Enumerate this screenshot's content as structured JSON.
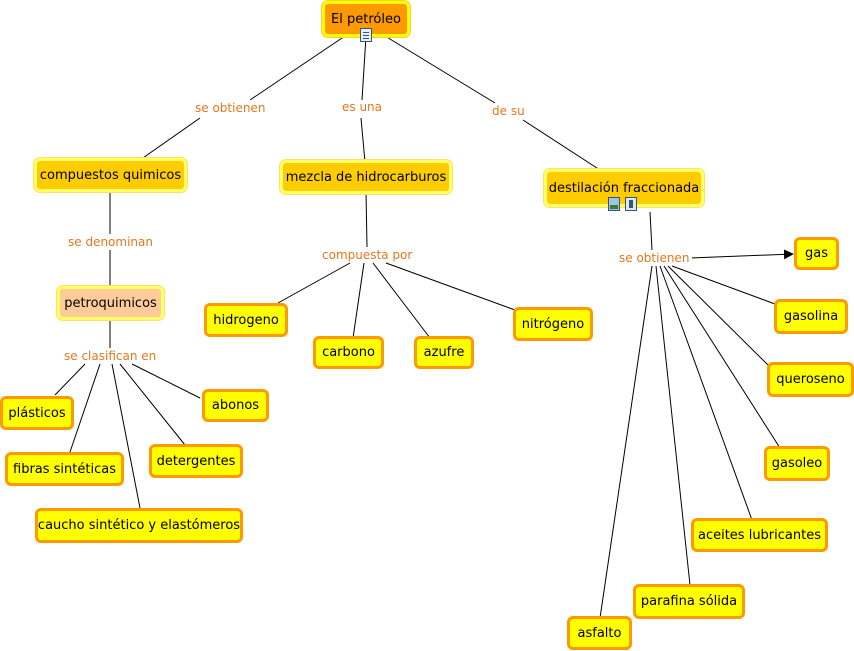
{
  "root": {
    "label": "El petróleo"
  },
  "links": {
    "se_obtienen_1": "se obtienen",
    "es_una": "es una",
    "de_su": "de su",
    "se_denominan": "se denominan",
    "compuesta_por": "compuesta por",
    "se_obtienen_2": "se obtienen",
    "se_clasifican_en": "se clasifican en"
  },
  "concepts": {
    "compuestos_quimicos": "compuestos quimicos",
    "mezcla": "mezcla de hidrocarburos",
    "destilacion": "destilación fraccionada",
    "petroquimicos": "petroquimicos",
    "hidrogeno": "hidrogeno",
    "carbono": "carbono",
    "azufre": "azufre",
    "nitrogeno": "nitrógeno",
    "plasticos": "plásticos",
    "abonos": "abonos",
    "fibras": "fibras sintéticas",
    "detergentes": "detergentes",
    "caucho": "caucho sintético y elastómeros",
    "gas": "gas",
    "gasolina": "gasolina",
    "queroseno": "queroseno",
    "gasoleo": "gasoleo",
    "aceites": "aceites lubricantes",
    "parafina": "parafina sólida",
    "asfalto": "asfalto"
  },
  "icons": {
    "root_resource": "document-icon",
    "destilacion_image": "image-icon",
    "destilacion_video": "film-icon"
  },
  "colors": {
    "root_fill": "#ff9900",
    "level1_fill": "#ffcc00",
    "petroquimicos_fill": "#ffcc99",
    "leaf_fill": "#ffff00",
    "leaf_border": "#ff9900",
    "link_text": "#e2781e"
  }
}
